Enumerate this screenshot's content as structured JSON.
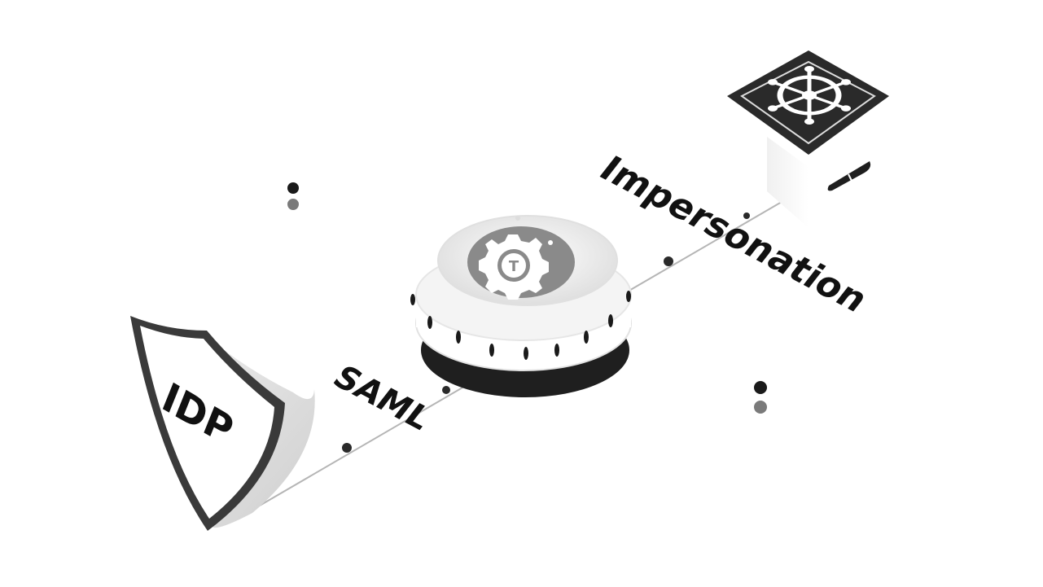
{
  "labels": {
    "idp": "IDP",
    "saml": "SAML",
    "impersonation": "Impersonation"
  },
  "hub_logo_letter": "T",
  "icons": {
    "idp": "shield-icon",
    "hub": "gear-icon",
    "cluster": "ship-wheel-icon"
  },
  "colors": {
    "background": "#ffffff",
    "ink": "#111111",
    "line": "#b5b5b5",
    "dark": "#2a2a2a",
    "mid": "#7a7a7a"
  }
}
